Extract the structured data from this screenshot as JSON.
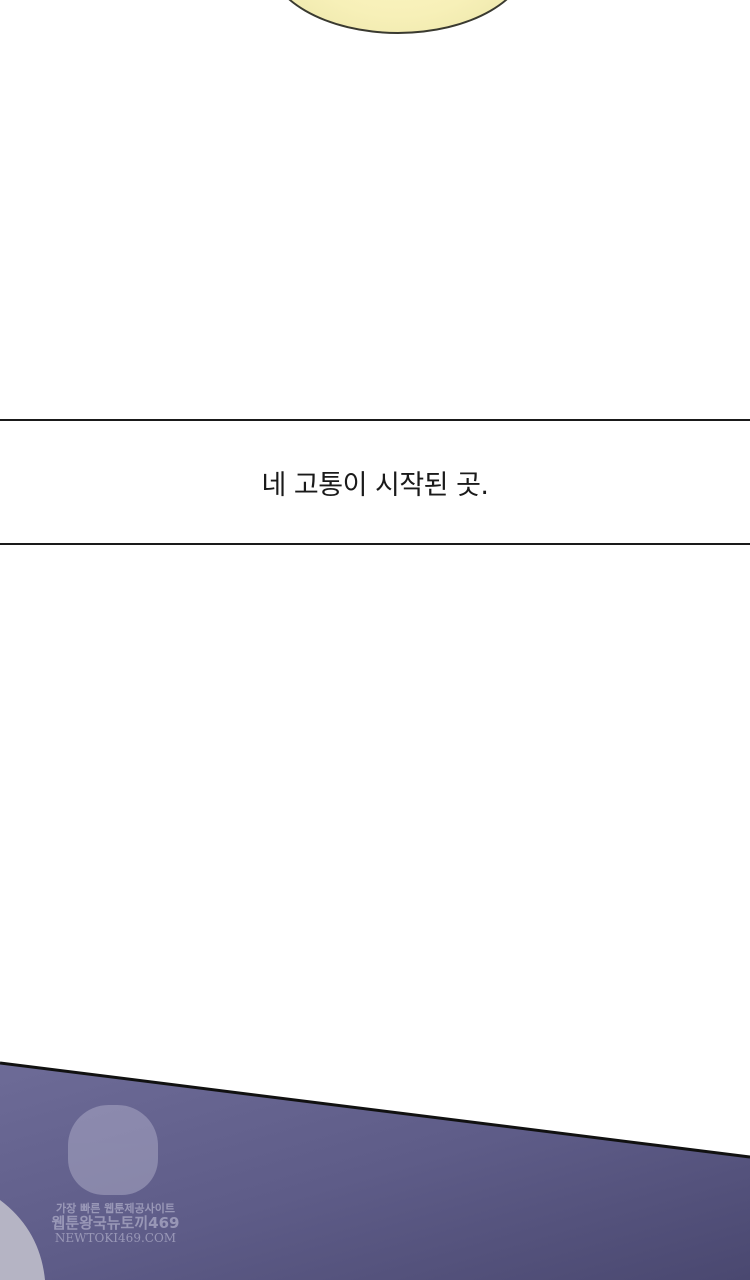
{
  "caption": {
    "text": "네 고통이 시작된 곳."
  },
  "watermark": {
    "line1": "가장 빠른 웹툰제공사이트",
    "line2": "웹툰왕국뉴토끼469",
    "line3": "NEWTOKI469.COM"
  },
  "colors": {
    "moon": "#f7f0b8",
    "panel": "#5c5a86",
    "border": "#1a1a1a"
  }
}
